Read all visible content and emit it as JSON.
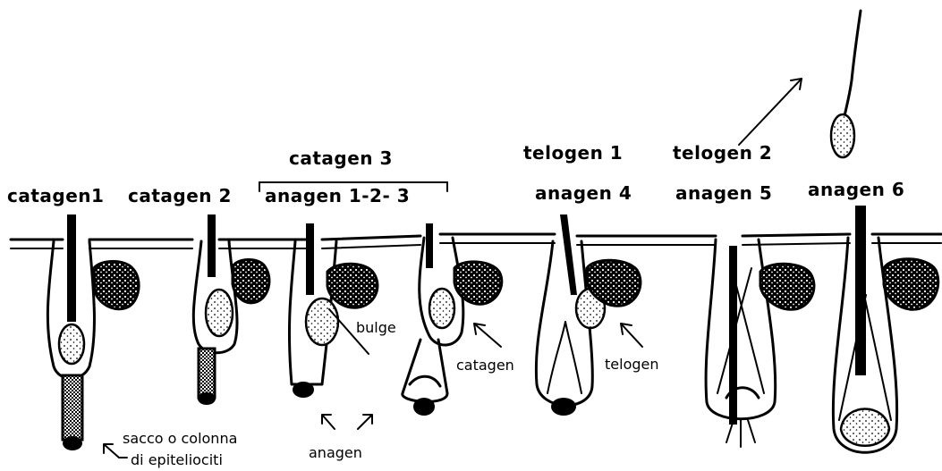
{
  "stages": {
    "catagen1": "catagen1",
    "catagen2": "catagen 2",
    "catagen3": "catagen 3",
    "anagen123": "anagen 1-2- 3",
    "telogen1": "telogen 1",
    "anagen4": "anagen  4",
    "telogen2": "telogen 2",
    "anagen5": "anagen 5",
    "anagen6": "anagen 6"
  },
  "annotations": {
    "bulge": "bulge",
    "catagen": "catagen",
    "telogen": "telogen",
    "anagen": "anagen",
    "sac_line1": "sacco o colonna",
    "sac_line2": "di epiteliociti"
  }
}
